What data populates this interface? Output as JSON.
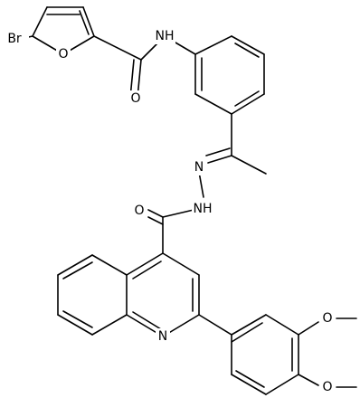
{
  "molecule": {
    "atom_labels": {
      "bromine": "Br",
      "furan_oxygen": "O",
      "amide_nh": "NH",
      "amide_oxygen": "O",
      "hydrazone_n": "N",
      "hydrazide_nh": "NH",
      "hydrazide_oxygen": "O",
      "quinoline_n": "N",
      "methoxy_oxygen_1": "O",
      "methoxy_oxygen_2": "O"
    },
    "colors": {
      "line": "#000000",
      "background": "#ffffff"
    }
  }
}
